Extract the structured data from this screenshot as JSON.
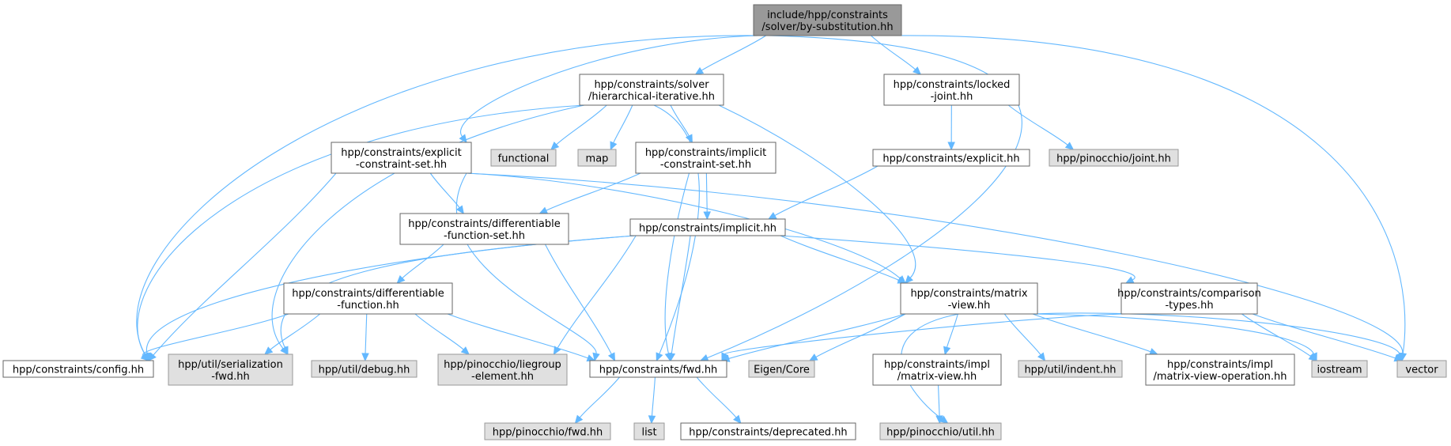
{
  "colors": {
    "root_fill": "#999999",
    "internal_fill": "#ffffff",
    "external_fill": "#e0e0e0",
    "border_dark": "#666666",
    "border_ext": "#999999",
    "edge": "#63b8ff"
  },
  "nodes": [
    {
      "id": "root",
      "kind": "root",
      "lines": [
        "include/hpp/constraints",
        "/solver/by-substitution.hh"
      ]
    },
    {
      "id": "hier",
      "kind": "internal",
      "lines": [
        "hpp/constraints/solver",
        "/hierarchical-iterative.hh"
      ]
    },
    {
      "id": "locked",
      "kind": "internal",
      "lines": [
        "hpp/constraints/locked",
        "-joint.hh"
      ]
    },
    {
      "id": "explicitset",
      "kind": "internal",
      "lines": [
        "hpp/constraints/explicit",
        "-constraint-set.hh"
      ]
    },
    {
      "id": "functional",
      "kind": "external",
      "lines": [
        "functional"
      ]
    },
    {
      "id": "map",
      "kind": "external",
      "lines": [
        "map"
      ]
    },
    {
      "id": "implicitset",
      "kind": "internal",
      "lines": [
        "hpp/constraints/implicit",
        "-constraint-set.hh"
      ]
    },
    {
      "id": "explicit",
      "kind": "internal",
      "lines": [
        "hpp/constraints/explicit.hh"
      ]
    },
    {
      "id": "pinjoint",
      "kind": "external",
      "lines": [
        "hpp/pinocchio/joint.hh"
      ]
    },
    {
      "id": "difffset",
      "kind": "internal",
      "lines": [
        "hpp/constraints/differentiable",
        "-function-set.hh"
      ]
    },
    {
      "id": "implicit",
      "kind": "internal",
      "lines": [
        "hpp/constraints/implicit.hh"
      ]
    },
    {
      "id": "difff",
      "kind": "internal",
      "lines": [
        "hpp/constraints/differentiable",
        "-function.hh"
      ]
    },
    {
      "id": "matrixview",
      "kind": "internal",
      "lines": [
        "hpp/constraints/matrix",
        "-view.hh"
      ]
    },
    {
      "id": "comparison",
      "kind": "internal",
      "lines": [
        "hpp/constraints/comparison",
        "-types.hh"
      ]
    },
    {
      "id": "config",
      "kind": "internal",
      "lines": [
        "hpp/constraints/config.hh"
      ]
    },
    {
      "id": "serial",
      "kind": "external",
      "lines": [
        "hpp/util/serialization",
        "-fwd.hh"
      ]
    },
    {
      "id": "debug",
      "kind": "external",
      "lines": [
        "hpp/util/debug.hh"
      ]
    },
    {
      "id": "liegroup",
      "kind": "external",
      "lines": [
        "hpp/pinocchio/liegroup",
        "-element.hh"
      ]
    },
    {
      "id": "fwd",
      "kind": "internal",
      "lines": [
        "hpp/constraints/fwd.hh"
      ]
    },
    {
      "id": "eigen",
      "kind": "external",
      "lines": [
        "Eigen/Core"
      ]
    },
    {
      "id": "implmv",
      "kind": "internal",
      "lines": [
        "hpp/constraints/impl",
        "/matrix-view.hh"
      ]
    },
    {
      "id": "indent",
      "kind": "external",
      "lines": [
        "hpp/util/indent.hh"
      ]
    },
    {
      "id": "implmvo",
      "kind": "internal",
      "lines": [
        "hpp/constraints/impl",
        "/matrix-view-operation.hh"
      ]
    },
    {
      "id": "iostream",
      "kind": "external",
      "lines": [
        "iostream"
      ]
    },
    {
      "id": "vector",
      "kind": "external",
      "lines": [
        "vector"
      ]
    },
    {
      "id": "pinfwd",
      "kind": "external",
      "lines": [
        "hpp/pinocchio/fwd.hh"
      ]
    },
    {
      "id": "list",
      "kind": "external",
      "lines": [
        "list"
      ]
    },
    {
      "id": "deprecated",
      "kind": "internal",
      "lines": [
        "hpp/constraints/deprecated.hh"
      ]
    },
    {
      "id": "pinutil",
      "kind": "external",
      "lines": [
        "hpp/pinocchio/util.hh"
      ]
    }
  ],
  "edges": [
    [
      "root",
      "hier"
    ],
    [
      "root",
      "locked"
    ],
    [
      "root",
      "explicitset"
    ],
    [
      "root",
      "config"
    ],
    [
      "root",
      "fwd"
    ],
    [
      "root",
      "vector"
    ],
    [
      "hier",
      "functional"
    ],
    [
      "hier",
      "map"
    ],
    [
      "hier",
      "implicitset"
    ],
    [
      "hier",
      "config"
    ],
    [
      "hier",
      "serial"
    ],
    [
      "hier",
      "matrixview"
    ],
    [
      "hier",
      "fwd"
    ],
    [
      "locked",
      "explicit"
    ],
    [
      "locked",
      "pinjoint"
    ],
    [
      "explicitset",
      "difffset"
    ],
    [
      "explicitset",
      "config"
    ],
    [
      "explicitset",
      "fwd"
    ],
    [
      "explicitset",
      "matrixview"
    ],
    [
      "explicitset",
      "vector"
    ],
    [
      "implicitset",
      "difffset"
    ],
    [
      "implicitset",
      "implicit"
    ],
    [
      "implicitset",
      "fwd"
    ],
    [
      "explicit",
      "implicit"
    ],
    [
      "difffset",
      "difff"
    ],
    [
      "difffset",
      "fwd"
    ],
    [
      "implicit",
      "config"
    ],
    [
      "implicit",
      "serial"
    ],
    [
      "implicit",
      "liegroup"
    ],
    [
      "implicit",
      "fwd"
    ],
    [
      "implicit",
      "matrixview"
    ],
    [
      "implicit",
      "comparison"
    ],
    [
      "difff",
      "config"
    ],
    [
      "difff",
      "serial"
    ],
    [
      "difff",
      "debug"
    ],
    [
      "difff",
      "liegroup"
    ],
    [
      "difff",
      "fwd"
    ],
    [
      "matrixview",
      "fwd"
    ],
    [
      "matrixview",
      "eigen"
    ],
    [
      "matrixview",
      "pinutil"
    ],
    [
      "matrixview",
      "implmv"
    ],
    [
      "matrixview",
      "indent"
    ],
    [
      "matrixview",
      "implmvo"
    ],
    [
      "matrixview",
      "iostream"
    ],
    [
      "matrixview",
      "vector"
    ],
    [
      "comparison",
      "fwd"
    ],
    [
      "comparison",
      "iostream"
    ],
    [
      "comparison",
      "vector"
    ],
    [
      "implmv",
      "pinutil"
    ],
    [
      "fwd",
      "pinfwd"
    ],
    [
      "fwd",
      "list"
    ],
    [
      "fwd",
      "deprecated"
    ]
  ]
}
